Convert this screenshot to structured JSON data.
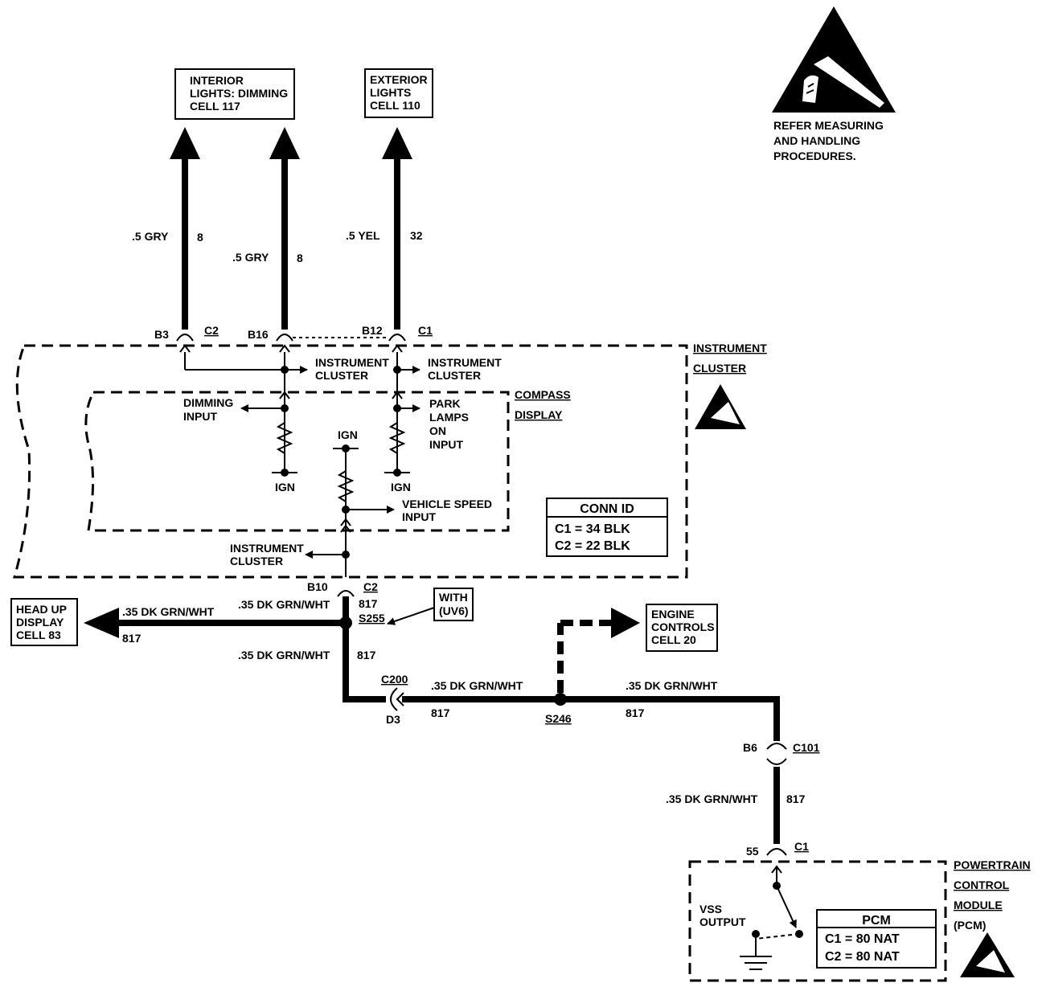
{
  "boxes": {
    "interior": [
      "INTERIOR",
      "LIGHTS: DIMMING",
      "CELL 117"
    ],
    "exterior": [
      "EXTERIOR",
      "LIGHTS",
      "CELL 110"
    ],
    "head_up": [
      "HEAD UP",
      "DISPLAY",
      "CELL 83"
    ],
    "engine": [
      "ENGINE",
      "CONTROLS",
      "CELL 20"
    ],
    "with_uv6": [
      "WITH",
      "(UV6)"
    ]
  },
  "esd_note": [
    "REFER MEASURING",
    "AND HANDLING",
    "PROCEDURES."
  ],
  "wires": {
    "gry_left": ".5 GRY",
    "gry_left_circ": "8",
    "gry_mid": ".5 GRY",
    "gry_mid_circ": "8",
    "yel": ".5 YEL",
    "yel_circ": "32",
    "dkgrn_hud": ".35 DK GRN/WHT",
    "dkgrn_hud_circ": "817",
    "dkgrn_top": ".35 DK GRN/WHT",
    "dkgrn_top_circ": "817",
    "dkgrn_vert": ".35 DK GRN/WHT",
    "dkgrn_vert_circ": "817",
    "dkgrn_c200": ".35 DK GRN/WHT",
    "dkgrn_c200_circ": "817",
    "dkgrn_right": ".35 DK GRN/WHT",
    "dkgrn_right_circ": "817",
    "dkgrn_pcm": ".35 DK GRN/WHT",
    "dkgrn_pcm_circ": "817"
  },
  "connectors": {
    "b3": "B3",
    "c2_a": "C2",
    "b16": "B16",
    "b12": "B12",
    "c1_a": "C1",
    "b10": "B10",
    "c2_b": "C2",
    "c200": "C200",
    "d3": "D3",
    "b6": "B6",
    "c101": "C101",
    "p55": "55",
    "c1_b": "C1"
  },
  "splices": {
    "s255": "S255",
    "s246": "S246"
  },
  "cluster": {
    "title": [
      "INSTRUMENT",
      "CLUSTER"
    ],
    "ic1": [
      "INSTRUMENT",
      "CLUSTER"
    ],
    "ic2": [
      "INSTRUMENT",
      "CLUSTER"
    ],
    "ic3": [
      "INSTRUMENT",
      "CLUSTER"
    ],
    "compass": [
      "COMPASS",
      "DISPLAY"
    ],
    "dimming": [
      "DIMMING",
      "INPUT"
    ],
    "park": [
      "PARK",
      "LAMPS",
      "ON",
      "INPUT"
    ],
    "vss": [
      "VEHICLE SPEED",
      "INPUT"
    ],
    "ign1": "IGN",
    "ign2": "IGN",
    "ign3": "IGN"
  },
  "conn_id": {
    "title": "CONN ID",
    "rows": [
      "C1 = 34 BLK",
      "C2 = 22 BLK"
    ]
  },
  "pcm": {
    "title": [
      "POWERTRAIN",
      "CONTROL",
      "MODULE",
      "(PCM)"
    ],
    "vss_output": [
      "VSS",
      "OUTPUT"
    ],
    "table_title": "PCM",
    "rows": [
      "C1 = 80 NAT",
      "C2 = 80 NAT"
    ]
  }
}
